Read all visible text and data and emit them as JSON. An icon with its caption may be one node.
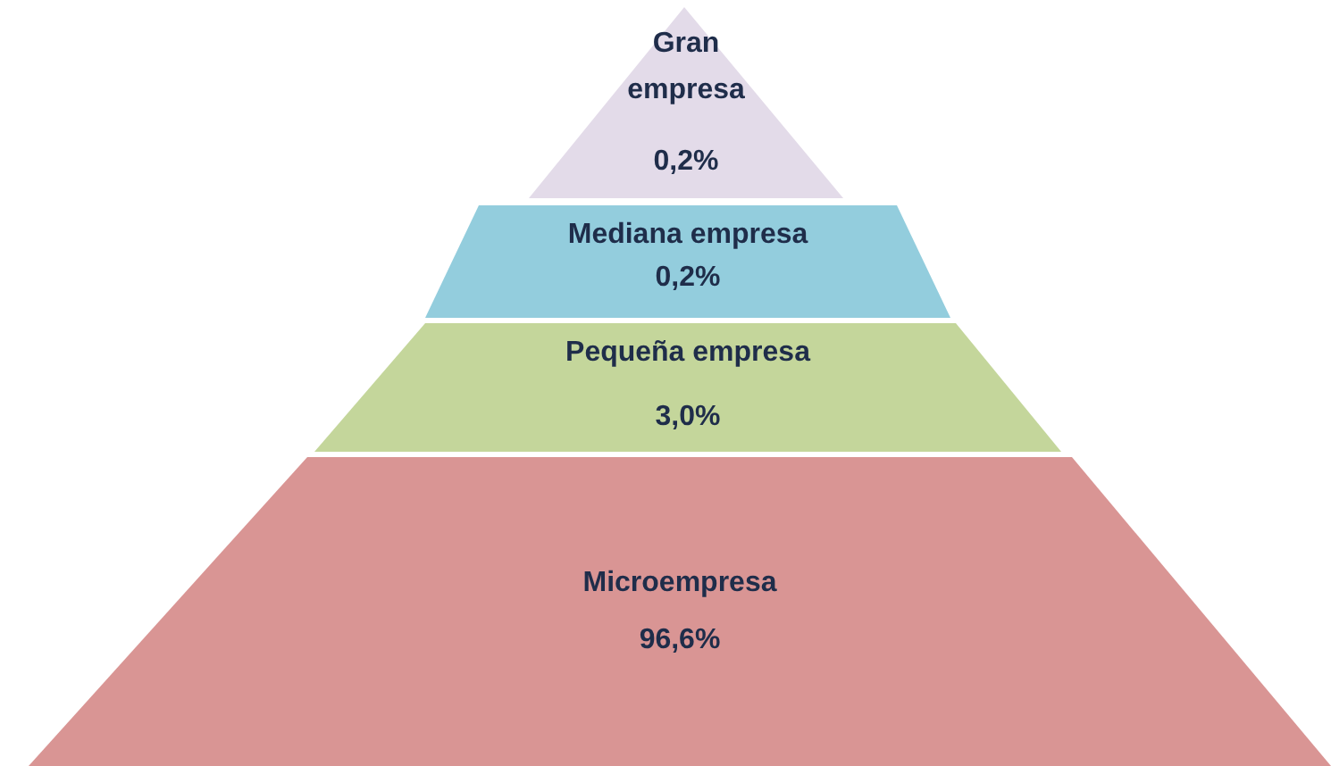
{
  "diagram": {
    "nodes": [
      {
        "text": [
          "Gran empresa",
          "0,2%"
        ]
      },
      {
        "text": [
          "Mediana empresa",
          "0,2%"
        ]
      },
      {
        "text": [
          "Pequeña empresa",
          "3,0%"
        ]
      },
      {
        "text": [
          "Microempresa",
          "96,6%"
        ]
      }
    ]
  }
}
